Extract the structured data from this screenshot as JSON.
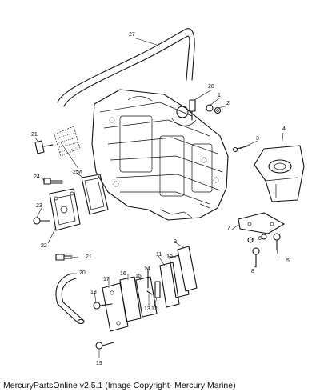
{
  "caption": "MercuryPartsOnline v2.5.1 (Image Copyright- Mercury Marine)",
  "callouts": {
    "c1": "1",
    "c2": "2",
    "c3": "3",
    "c4": "4",
    "c5": "5",
    "c6": "6",
    "c7": "7",
    "c8": "8",
    "c9": "9",
    "c10": "10",
    "c11": "11",
    "c12": "12",
    "c13": "13",
    "c14": "14",
    "c15": "15",
    "c16": "16",
    "c17": "17",
    "c18": "18",
    "c19": "19",
    "c20": "20",
    "c21a": "21",
    "c21b": "21",
    "c22": "22",
    "c23": "23",
    "c24": "24",
    "c25": "25",
    "c26": "26",
    "c27": "27",
    "c28": "28"
  }
}
